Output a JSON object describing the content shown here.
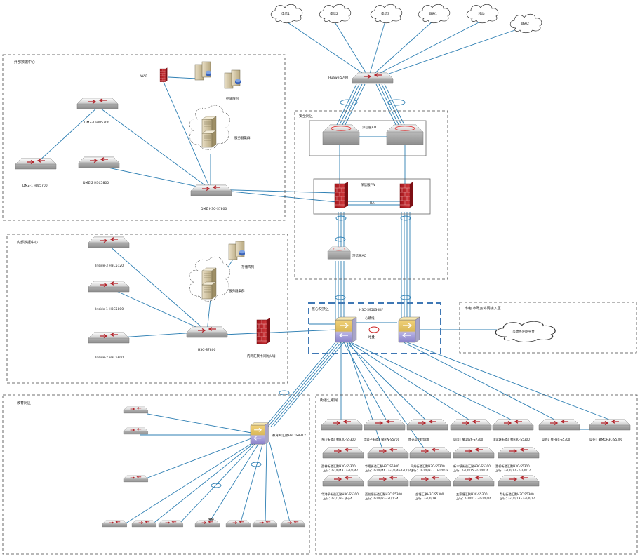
{
  "zones": {
    "dc_outer": "外部数据中心",
    "dc_inner": "内部数据中心",
    "security": "安全网区",
    "core": "核心交换区",
    "branch_pri": "教育网区",
    "branch_agg": "街道汇聚网",
    "ext_access": "市电·市政务外网接入区"
  },
  "internet": {
    "clouds": [
      "电信1",
      "电信2",
      "电信3",
      "联通1",
      "移动",
      "联通2"
    ],
    "router": "Huawei5700"
  },
  "outer_dc": {
    "waf": "WAF",
    "storage": "存储阵列",
    "cluster": "服务器集群",
    "dmz1": "DMZ-1 HW5700",
    "dmz1b": "DMZ-1 HW5700",
    "dmz2": "DMZ-2 H3C5800",
    "dmz_core": "DMZ H3C-S7800"
  },
  "security": {
    "ad": "深信服AD",
    "fw": "深信服FW",
    "ha": "HA",
    "ac": "深信服AC"
  },
  "inner_dc": {
    "sw1": "Inside-3 H3C5120",
    "sw2": "Inside-1 H3C5800",
    "sw3": "Inside-2 H3C5800",
    "core": "H3C-S7800",
    "storage": "存储阵列",
    "cluster": "服务器集群",
    "fw": "内网汇聚中间防火墙"
  },
  "core": {
    "title": "H3C-S9503-IRF",
    "heartbeat": "心跳线",
    "backup": "堆叠"
  },
  "ext": {
    "cloud": "市政务外网平台"
  },
  "branch": {
    "agg": "教育网汇聚H3C-S8312",
    "stack": "堆叠"
  },
  "streets": {
    "row1": [
      "东山街道汇聚H3C-S5300",
      "华容子街道汇聚HW-S5700",
      "审计局中转链路",
      "局内汇聚1426-S7300",
      "洋家塘街道汇聚H3C-S5300",
      "局外汇聚H3C-S5300",
      "局外汇聚MOH3C-S5300"
    ],
    "row2": [
      [
        "西林街道汇聚H3C-S5300",
        "上行：G1/0/48 - G2/0/47"
      ],
      [
        "华耀街道汇聚H3C-S5300",
        "上行：G1/0/46 - G2/0/46-G1/0/47"
      ],
      [
        "同升街道汇聚H3C-S5300",
        "上行：TE1/0/37 - TE1/0/28"
      ],
      [
        "新丰镇街道汇聚H3C-S5300",
        "上行：G1/0/15 - G1/0/16"
      ],
      [
        "嘉桥街道汇聚H3C-S5300",
        "上行：G2/0/17 - G2/0/17"
      ]
    ],
    "row3": [
      [
        "华港子街道汇聚H3C-S5300",
        "上行：G1/1/3 - 核心A"
      ],
      [
        "西花塘街道汇聚H3C-S5300",
        "上行：G1/0/22-G1/0/24"
      ],
      [
        "金塘汇聚H3C-S5300",
        "上行：G1/0/18"
      ],
      [
        "五家塘汇聚H3C-S5300",
        "上行：G2/0/13 - G1/0/16"
      ],
      [
        "梨社街道汇聚H3C-S5300",
        "上行：G1/0/13 - G1/0/17"
      ]
    ]
  }
}
